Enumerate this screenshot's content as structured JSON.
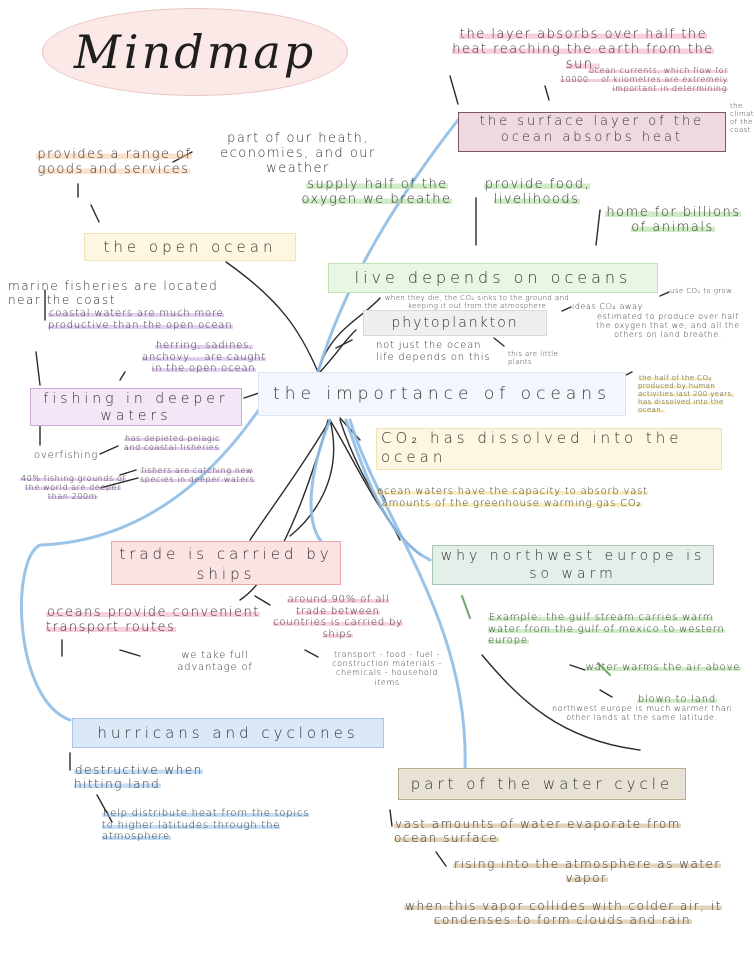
{
  "title": "Mindmap",
  "center": "the importance of oceans",
  "colors": {
    "pink": "#f6c9cf",
    "green": "#d9f0d0",
    "blue": "#dbe8f7",
    "tan": "#e7e2d4",
    "yellow": "#fdf6e0",
    "purple": "#f3e6f7",
    "mauve": "#eed9e0",
    "teal": "#e3efe8",
    "grey": "#efefef",
    "line_dark": "#2b2b2b",
    "line_blue": "#8fbde6"
  },
  "nodes": {
    "surface": "the surface layer of the ocean absorbs heat",
    "open_ocean": "the open ocean",
    "life": "live depends on oceans",
    "phyto": "phytoplankton",
    "fishing": "fishing in deeper waters",
    "co2": "CO₂ has dissolved into the ocean",
    "trade": "trade is carried by ships",
    "northwest": "why northwest europe is so warm",
    "hurricanes": "hurricans and cyclones",
    "water_cycle": "part of the water cycle"
  },
  "notes": {
    "layer1": "the layer absorbs over half the heat reaching the earth from the sun.",
    "currents": "ocean currents, which flow for 10000... of kilometres are extremely important in determining",
    "climate": "the climate of the coast",
    "provides": "provides a range of goods and services",
    "part_of": "part of our heath, economies, and our weather",
    "oxygen": "supply half of the oxygen we breathe",
    "food": "provide food, livelihoods",
    "home": "home for billions of animals",
    "phyto_die": "when they die, the CO₂ sinks to the ground and keeping it out from the atmosphere",
    "ideas": "ideas CO₂ away",
    "use_co2": "use CO₂ to grow",
    "estimated": "estimated to produce over half the oxygen that we, and all the others on land breathe.",
    "not_just": "not just the ocean life depends on this",
    "little": "this are little plants",
    "marine": "marine fisheries are located near the coast",
    "coastal": "coastal waters are much more productive than the open ocean",
    "herring": "herring, sadines, anchovy... are caught in the open ocean",
    "overfishing": "overfishing",
    "depleted": "has depleted pelagic and coastal fisheries",
    "catching": "fishers are catching new species in deeper waters",
    "forty": "40% fishing grounds of the world are deeper than 200m",
    "half_co2": "the half of the CO₂ produced by human activities last 200 years, has dissolved into the ocean.",
    "ocean_waters": "ocean waters have the capacity to absorb vast amounts of the greenhouse warming gas CO₂",
    "oceans_provide": "oceans provide convenient transport routes",
    "full_adv": "we take full advantage of",
    "around90": "around 90% of all trade between countries is carried by ships",
    "transport": "transport - food - fuel - construction materials - chemicals - household items",
    "example": "Example: the gulf stream carries warm water from the gulf of mexico to western europe",
    "water_warms": "water warms the air above",
    "blown": "blown to land",
    "nw_warmer": "northwest europe is much warmer than other lands at the same latitude.",
    "destructive": "destructive when hitting land",
    "help_dist": "help distribute heat from the topics to higher latitudes through the atmosphere",
    "vast_evap": "vast amounts of water evaporate from ocean surface",
    "rising": "rising into the atmosphere as water vapor",
    "colder": "when this vapor collides with colder air, it condenses to form clouds and rain"
  }
}
